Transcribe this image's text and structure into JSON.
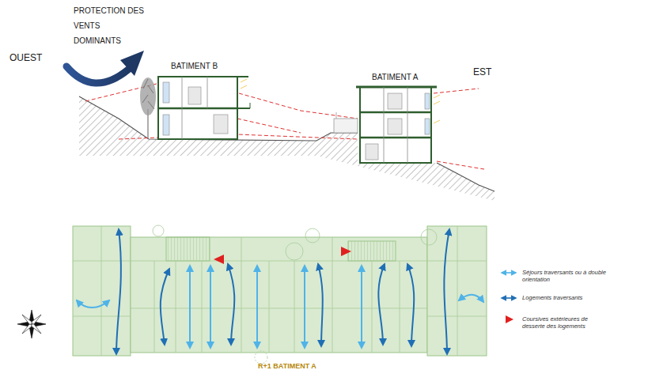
{
  "diagram": {
    "nodes": [
      {
        "text": [
          "BATIMENT B"
        ]
      },
      {
        "text": [
          "BATIMENT A"
        ]
      },
      {
        "text": [
          "R+1 BATIMENT A"
        ]
      }
    ],
    "labels": [
      "OUEST",
      "PROTECTION DES VENTS DOMINANTS",
      "EST"
    ],
    "legend": [
      {
        "text": "Séjours traversants ou à double orientation"
      },
      {
        "text": "Logements traversants"
      },
      {
        "text": "Coursives extérieures de desserte des logements"
      }
    ]
  }
}
